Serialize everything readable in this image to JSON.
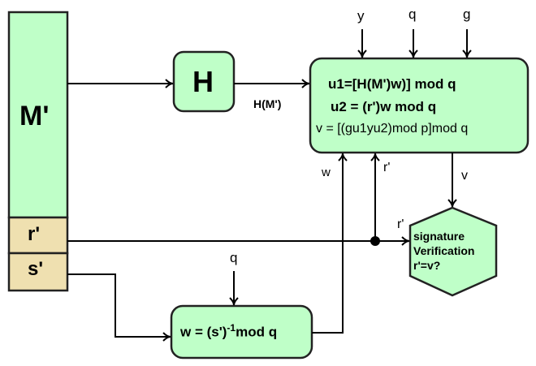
{
  "title": "DSA Signature Verification",
  "colors": {
    "box_fill": "#bfffc8",
    "signature_fill": "#efe0b0",
    "stroke": "#000000"
  },
  "message_block": {
    "message": "M'",
    "r": "r'",
    "s": "s'"
  },
  "hash_box": {
    "label": "H",
    "output": "H(M')"
  },
  "compute_box": {
    "inputs": [
      "y",
      "q",
      "g"
    ],
    "lines": [
      "u1=[H(M')w)] mod q",
      "u2 = (r')w mod q",
      "v = [(gu1yu2)mod p]mod q"
    ]
  },
  "inverse_box": {
    "input": "q",
    "formula_prefix": "w = (s')",
    "formula_exp": "-1",
    "formula_suffix": "mod q"
  },
  "edge_labels": {
    "w": "w",
    "r_to_compute": "r'",
    "v": "v",
    "r_to_verify": "r'"
  },
  "verify": {
    "lines": [
      "signature",
      "Verification",
      "r'=v?"
    ]
  }
}
